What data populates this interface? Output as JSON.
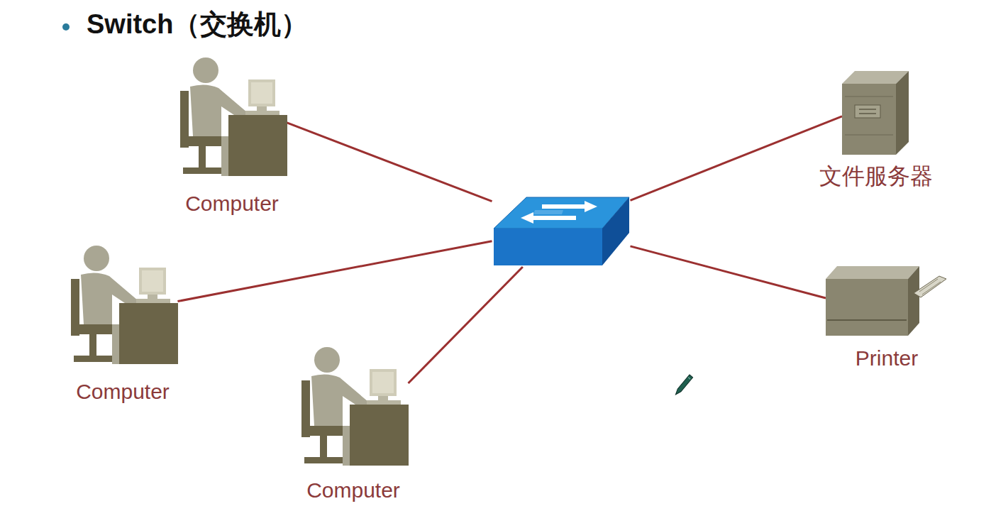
{
  "diagram": {
    "title": "Switch（交换机）",
    "nodes": [
      {
        "text": [
          "Computer"
        ]
      },
      {
        "text": [
          "文件服务器"
        ]
      },
      {
        "text": []
      },
      {
        "text": [
          "Computer"
        ]
      },
      {
        "text": [
          "Printer"
        ]
      },
      {
        "text": [
          "Computer"
        ]
      }
    ],
    "edges": [
      {
        "from": 0,
        "to": 2,
        "arrow": "none"
      },
      {
        "from": 3,
        "to": 2,
        "arrow": "none"
      },
      {
        "from": 5,
        "to": 2,
        "arrow": "none"
      },
      {
        "from": 1,
        "to": 2,
        "arrow": "none"
      },
      {
        "from": 4,
        "to": 2,
        "arrow": "none"
      }
    ]
  }
}
